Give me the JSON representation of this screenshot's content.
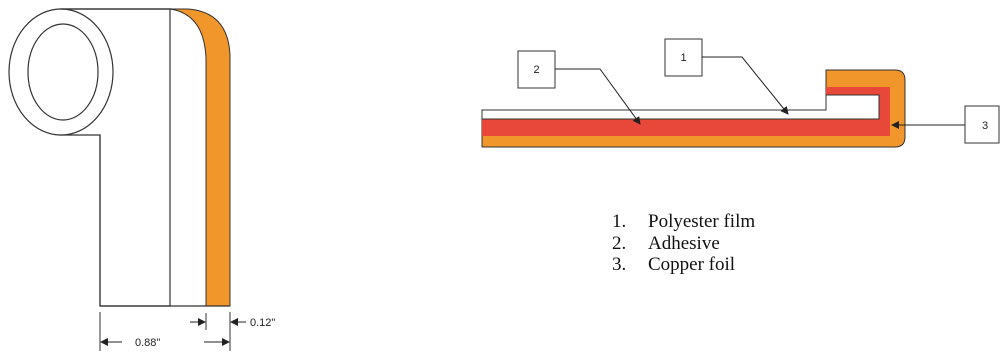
{
  "colors": {
    "copper": "#F0962A",
    "adhesive": "#E8483A",
    "film": "#FFFFFF",
    "outline": "#333333"
  },
  "dimensions": {
    "width_label": "0.88\"",
    "foil_label": "0.12\""
  },
  "callouts": [
    {
      "id": "film",
      "number": "1"
    },
    {
      "id": "adhesive",
      "number": "2"
    },
    {
      "id": "foil",
      "number": "3"
    }
  ],
  "legend": [
    {
      "number": "1.",
      "label": "Polyester film"
    },
    {
      "number": "2.",
      "label": "Adhesive"
    },
    {
      "number": "3.",
      "label": "Copper foil"
    }
  ]
}
